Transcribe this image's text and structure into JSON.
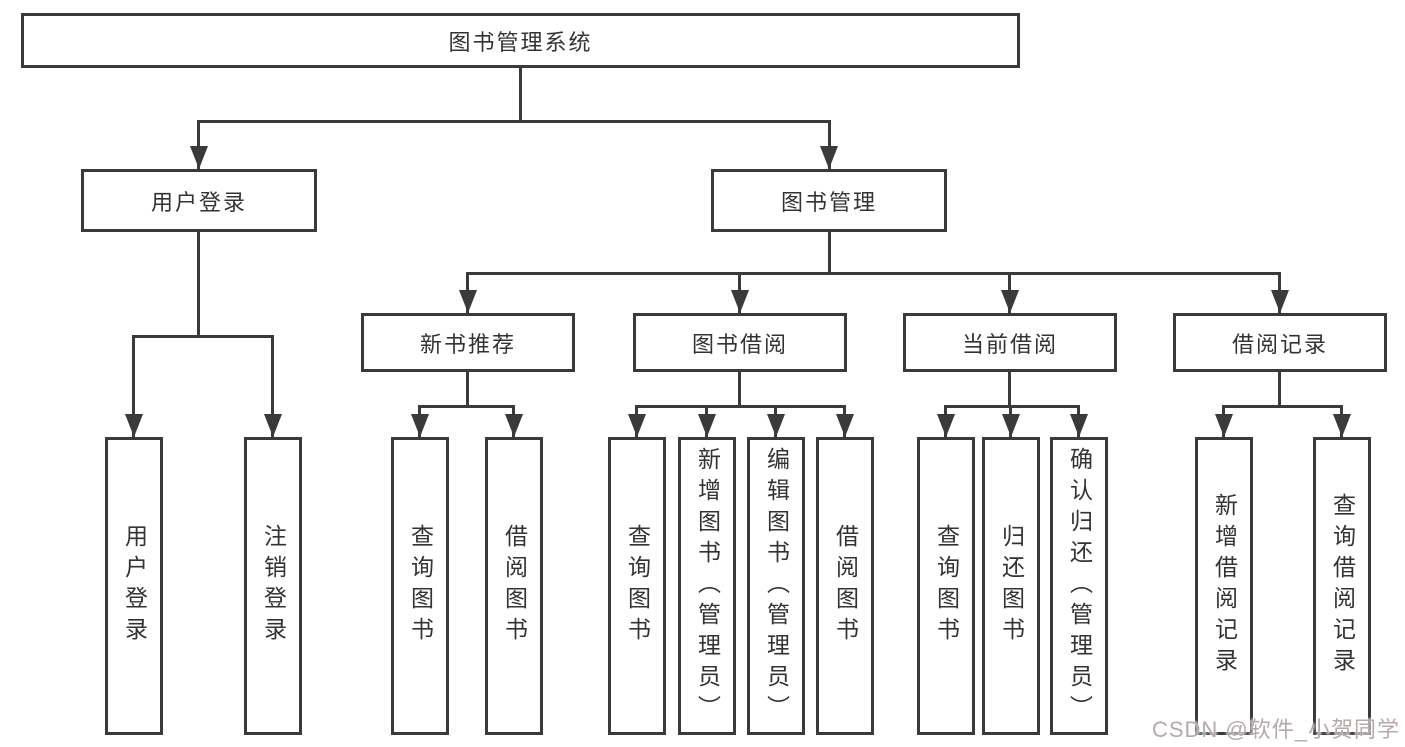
{
  "nodes": {
    "root": "图书管理系统",
    "user_login": "用户登录",
    "book_mgmt": "图书管理",
    "new_books": "新书推荐",
    "book_borrow": "图书借阅",
    "current_borrow": "当前借阅",
    "borrow_records": "借阅记录",
    "leaf_user_login": "用户登录",
    "leaf_logout": "注销登录",
    "leaf_rec_query": "查询图书",
    "leaf_rec_borrow": "借阅图书",
    "leaf_bor_query": "查询图书",
    "leaf_bor_add": "新增图书（管理员）",
    "leaf_bor_edit": "编辑图书（管理员）",
    "leaf_bor_borrow": "借阅图书",
    "leaf_cur_query": "查询图书",
    "leaf_cur_return": "归还图书",
    "leaf_cur_confirm": "确认归还（管理员）",
    "leaf_log_add": "新增借阅记录",
    "leaf_log_query": "查询借阅记录"
  },
  "watermark": "CSDN @软件_小贺同学",
  "colors": {
    "line": "#3a3a3a",
    "text": "#333333",
    "background": "#ffffff",
    "watermark": "#b4aaaa"
  }
}
